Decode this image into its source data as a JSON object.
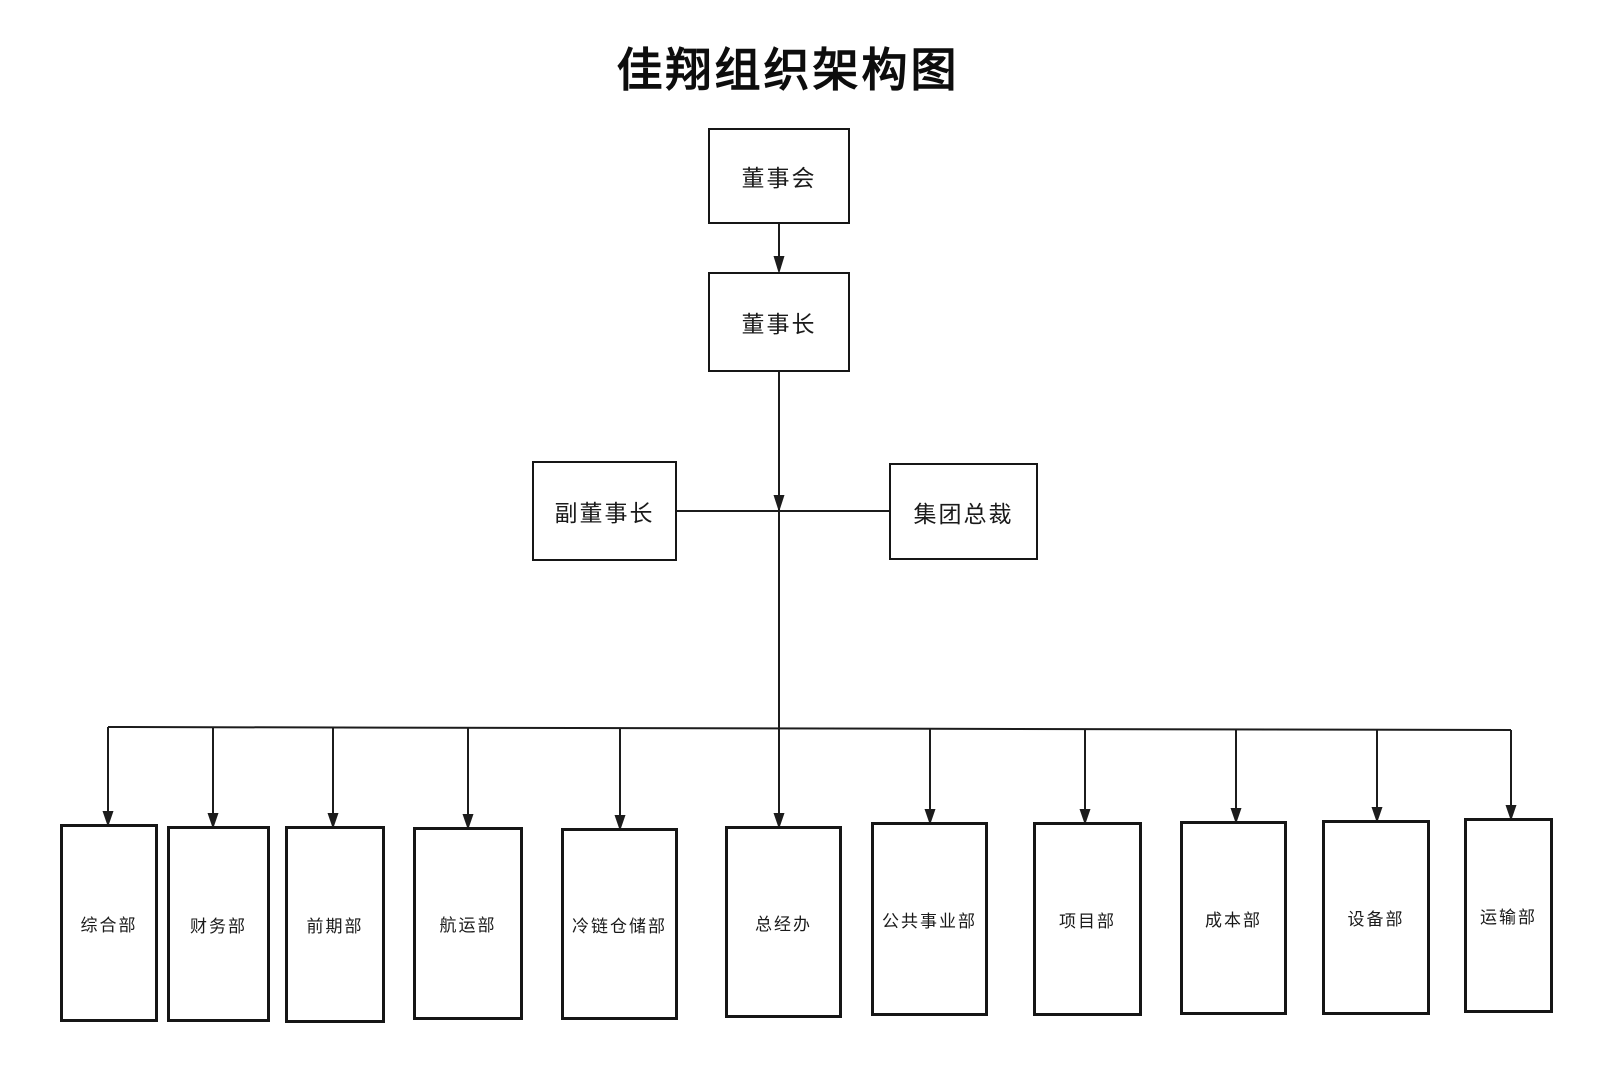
{
  "title": "佳翔组织架构图",
  "nodes": {
    "board": {
      "label": "董事会"
    },
    "chairman": {
      "label": "董事长"
    },
    "vice_chairman": {
      "label": "副董事长"
    },
    "president": {
      "label": "集团总裁"
    }
  },
  "departments": [
    {
      "label": "综合部"
    },
    {
      "label": "财务部"
    },
    {
      "label": "前期部"
    },
    {
      "label": "航运部"
    },
    {
      "label": "冷链仓储部"
    },
    {
      "label": "总经办"
    },
    {
      "label": "公共事业部"
    },
    {
      "label": "项目部"
    },
    {
      "label": "成本部"
    },
    {
      "label": "设备部"
    },
    {
      "label": "运输部"
    }
  ],
  "colors": {
    "background": "#ffffff",
    "line": "#1c1c1c",
    "text": "#111111"
  }
}
